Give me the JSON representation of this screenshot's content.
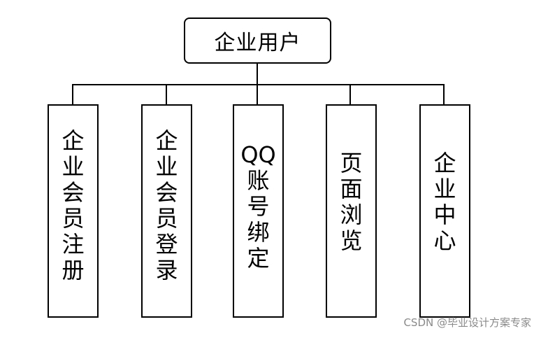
{
  "root": {
    "label": "企业用户"
  },
  "children": [
    {
      "label": "企\n业\n会\n员\n注\n册"
    },
    {
      "label": "企\n业\n会\n员\n登\n录"
    },
    {
      "label": "QQ\n账\n号\n绑\n定"
    },
    {
      "label": "页\n面\n浏\n览"
    },
    {
      "label": "企\n业\n中\n心"
    }
  ],
  "watermark": "CSDN @毕业设计方案专家"
}
